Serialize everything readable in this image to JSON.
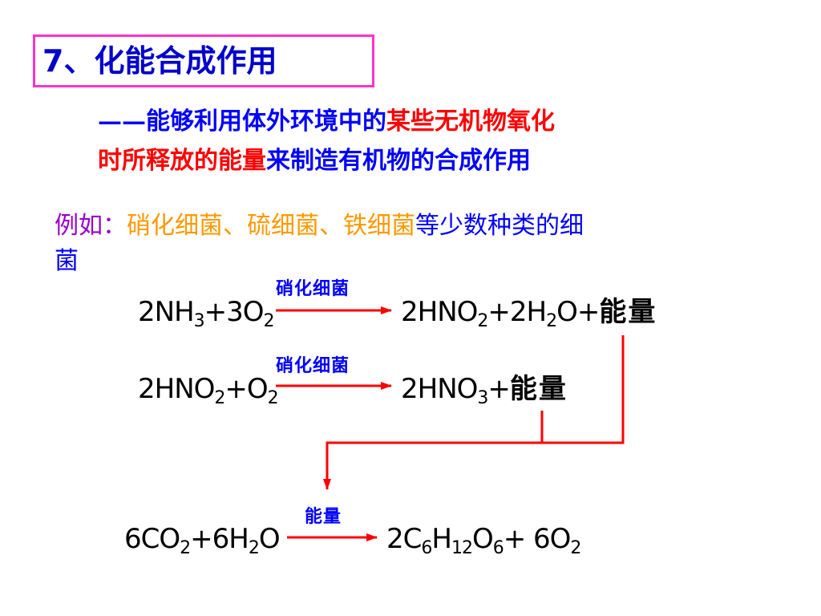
{
  "title": "7、化能合成作用",
  "definition": {
    "line1_dash": "——",
    "line1_blue": "能够利用体外环境中的",
    "line1_red": "某些无机物氧化",
    "line2_red": "时所释放的能量",
    "line2_blue": "来制造有机物的合成作用"
  },
  "example": {
    "label": "例如：",
    "bacteria": "硝化细菌、硫细菌、铁细菌",
    "rest_line1": "等少数种类的细",
    "rest_line2": "菌"
  },
  "reactions": [
    {
      "condition": "硝化细菌",
      "reactants": {
        "t1": "2NH",
        "s1": "3",
        "t2": "+3O",
        "s2": "2"
      },
      "products": {
        "t1": "2HNO",
        "s1": "2",
        "t2": "+2H",
        "s2": "2",
        "t3": "O+",
        "energy": "能量"
      }
    },
    {
      "condition": "硝化细菌",
      "reactants": {
        "t1": "2HNO",
        "s1": "2",
        "t2": "+O",
        "s2": "2"
      },
      "products": {
        "t1": "2HNO",
        "s1": "3",
        "t2": "+",
        "energy": "能量"
      }
    },
    {
      "condition": "能量",
      "reactants": {
        "t1": "6CO",
        "s1": "2",
        "t2": "+6H",
        "s2": "2",
        "t3": "O"
      },
      "products": {
        "t1": "2C",
        "s1": "6",
        "t2": "H",
        "s2": "12",
        "t3": "O",
        "s3": "6",
        "t4": "+ 6O",
        "s4": "2"
      }
    }
  ],
  "colors": {
    "title_border": "#ff33cc",
    "title_text": "#0000cc",
    "blue": "#0000ff",
    "red": "#ff0000",
    "purple": "#9900cc",
    "orange": "#ff9900",
    "arrow": "#ff0000"
  }
}
